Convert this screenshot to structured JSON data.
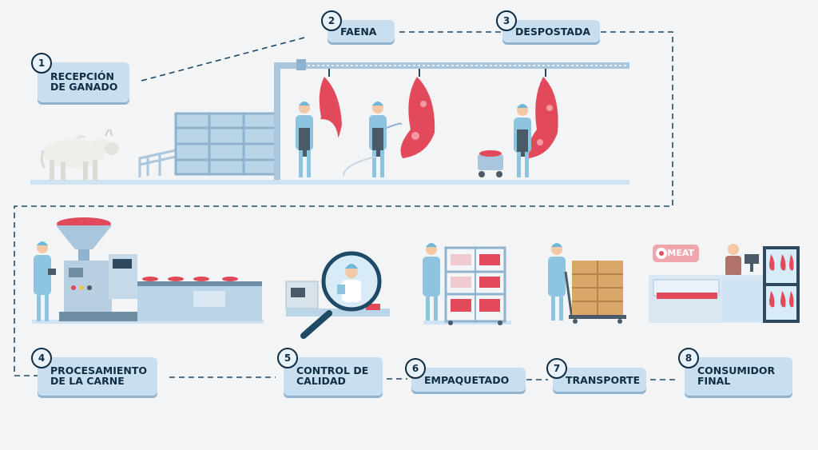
{
  "steps": [
    {
      "num": "1",
      "label1": "RECEPCIÓN",
      "label2": "DE GANADO"
    },
    {
      "num": "2",
      "label1": "FAENA",
      "label2": ""
    },
    {
      "num": "3",
      "label1": "DESPOSTADA",
      "label2": ""
    },
    {
      "num": "4",
      "label1": "PROCESAMIENTO",
      "label2": "DE LA CARNE"
    },
    {
      "num": "5",
      "label1": "CONTROL DE",
      "label2": "CALIDAD"
    },
    {
      "num": "6",
      "label1": "EMPAQUETADO",
      "label2": ""
    },
    {
      "num": "7",
      "label1": "TRANSPORTE",
      "label2": ""
    },
    {
      "num": "8",
      "label1": "CONSUMIDOR",
      "label2": "FINAL"
    }
  ],
  "sign": {
    "text": "MEAT"
  },
  "colors": {
    "accent_dark": "#0f2d43",
    "box_bg": "#c9dff0",
    "meat": "#e24a5c",
    "machine": "#a9c6dc",
    "worker": "#8dc5e0"
  }
}
